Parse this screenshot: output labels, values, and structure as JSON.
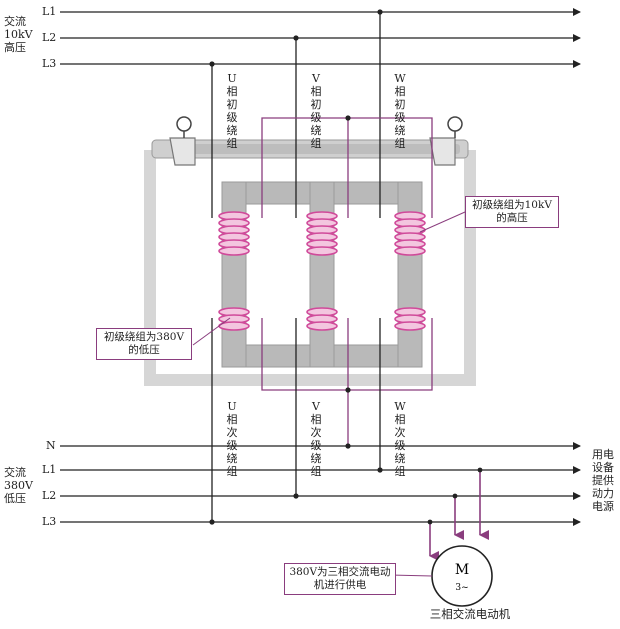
{
  "supply_hv": {
    "lines": [
      "L1",
      "L2",
      "L3"
    ],
    "label": "交流10kV高压"
  },
  "primary_windings": [
    {
      "id": "U",
      "label": "U相初级绕组"
    },
    {
      "id": "V",
      "label": "V相初级绕组"
    },
    {
      "id": "W",
      "label": "W相初级绕组"
    }
  ],
  "secondary_windings": [
    {
      "id": "U",
      "label": "U相次级绕组"
    },
    {
      "id": "V",
      "label": "V相次级绕组"
    },
    {
      "id": "W",
      "label": "W相次级绕组"
    }
  ],
  "callouts": {
    "primary_note": "初级绕组为10kV的高压",
    "secondary_note": "初级绕组为380V的低压",
    "motor_note": "380V为三相交流电动机进行供电"
  },
  "supply_lv": {
    "lines": [
      "N",
      "L1",
      "L2",
      "L3"
    ],
    "label": "交流380V低压",
    "right_label": "用电设备提供动力电源"
  },
  "motor": {
    "symbol": "M",
    "sub": "3~",
    "caption": "三相交流电动机"
  },
  "colors": {
    "wire": "#222222",
    "winding": "#d04a9a",
    "link": "#8a3d7e",
    "core": "#b9b9b9",
    "frame": "#d6d6d6"
  }
}
